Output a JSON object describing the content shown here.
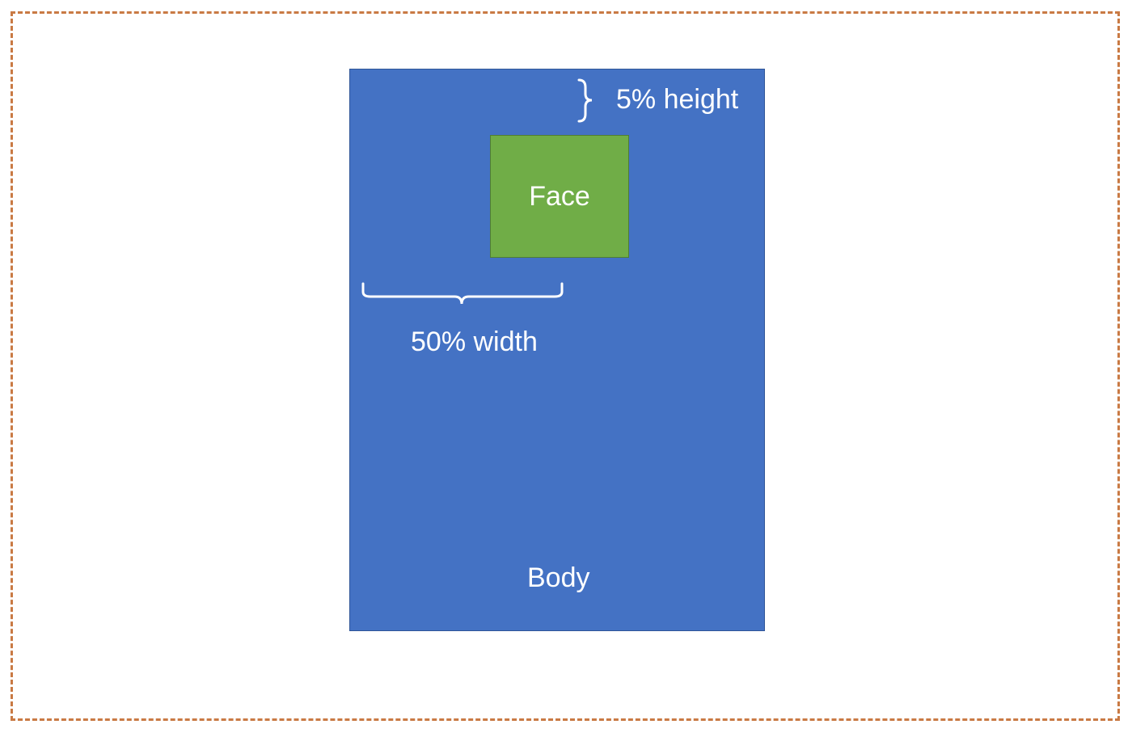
{
  "diagram": {
    "boxes": {
      "body": {
        "label": "Body",
        "color": "#4472c4"
      },
      "face": {
        "label": "Face",
        "color": "#70ad47"
      }
    },
    "annotations": {
      "height": "5% height",
      "width": "50% width"
    },
    "colors": {
      "frame": "#c97a44",
      "text": "#ffffff"
    }
  }
}
